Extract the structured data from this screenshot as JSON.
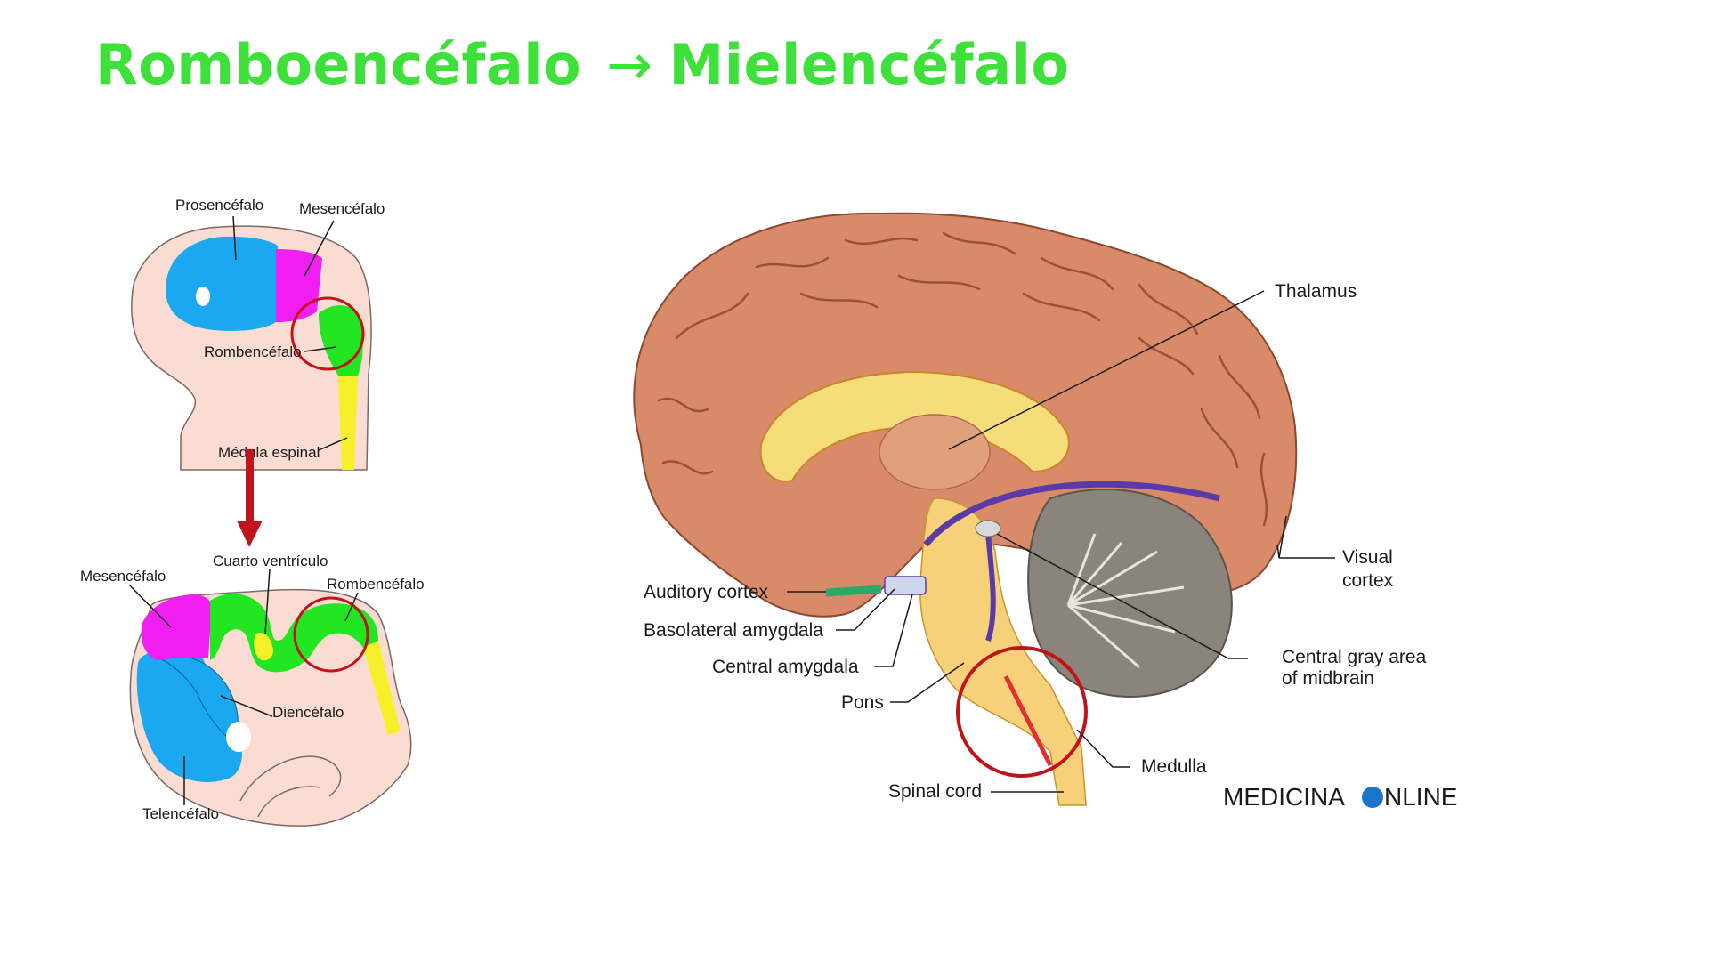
{
  "title": {
    "left": "Romboencéfalo",
    "arrow": "→",
    "right": "Mielencéfalo",
    "color": "#3ee13a"
  },
  "embryo_top": {
    "labels": {
      "prosencefalo": "Prosencéfalo",
      "mesencefalo": "Mesencéfalo",
      "rombencefalo": "Rombencéfalo",
      "medula": "Médula espinal"
    }
  },
  "embryo_bottom": {
    "labels": {
      "mesencefalo": "Mesencéfalo",
      "cuarto_ventriculo": "Cuarto ventrículo",
      "rombencefalo": "Rombencéfalo",
      "diencefalo": "Diencéfalo",
      "telencefalo": "Telencéfalo"
    }
  },
  "brain": {
    "labels": {
      "thalamus": "Thalamus",
      "visual_cortex_1": "Visual",
      "visual_cortex_2": "cortex",
      "auditory_cortex": "Auditory cortex",
      "basolateral_amygdala": "Basolateral amygdala",
      "central_amygdala": "Central amygdala",
      "pons": "Pons",
      "central_gray_1": "Central gray area",
      "central_gray_2": "of midbrain",
      "medulla": "Medulla",
      "spinal_cord": "Spinal cord"
    },
    "watermark_left": "MEDICINA",
    "watermark_right": "NLINE"
  },
  "colors": {
    "prosencephalon": "#1aa9f0",
    "mesencephalon": "#f01ef0",
    "rhombencephalon": "#22e622",
    "spinal": "#f5f02a",
    "embryo_skin": "#fbdcd2",
    "highlight_circle": "#c0141a",
    "brain_cortex": "#d98a68"
  }
}
